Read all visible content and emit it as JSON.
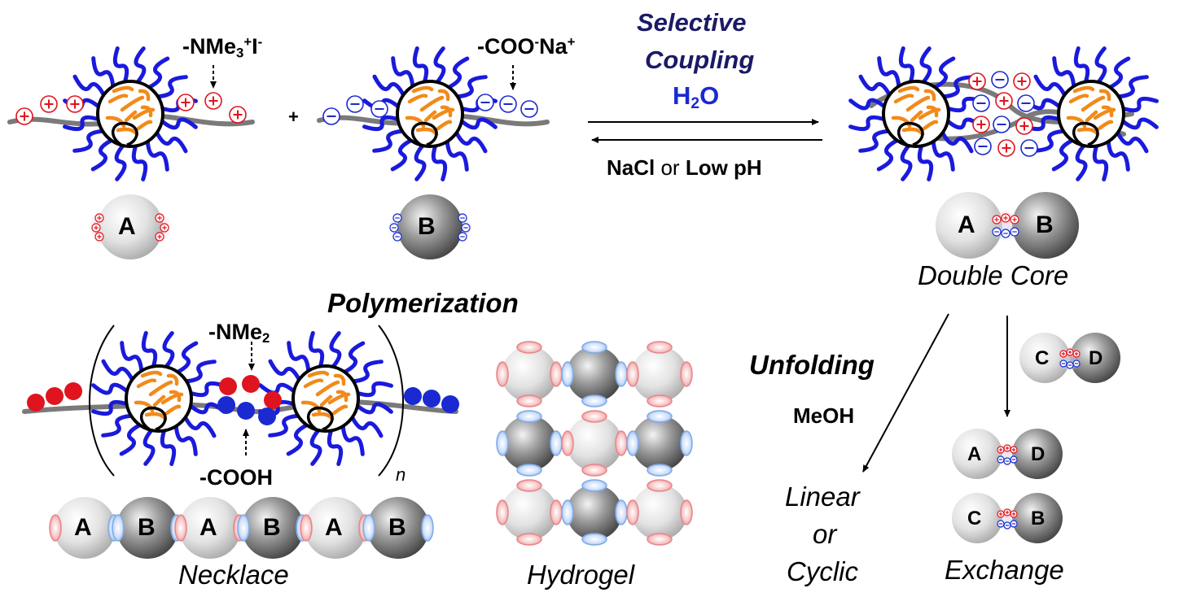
{
  "labels": {
    "amine_top_main": "-NMe",
    "amine_top_sub": "3",
    "amine_top_sup1": "+",
    "amine_top_anion": "I",
    "amine_top_sup2": "-",
    "plus_sign": "+",
    "carboxylate_main": "-COO",
    "carboxylate_sup1": "-",
    "carboxylate_cation": "Na",
    "carboxylate_sup2": "+",
    "selective_line1": "Selective",
    "selective_line2": "Coupling",
    "water_main": "H",
    "water_sub": "2",
    "water_tail": "O",
    "reverse_nacl": "NaCl",
    "reverse_or": " or ",
    "reverse_lowph": "Low pH",
    "double_core": "Double Core",
    "polymerization": "Polymerization",
    "amine_bottom_main": "-NMe",
    "amine_bottom_sub": "2",
    "cooh": "-COOH",
    "repeat_n": "n",
    "necklace": "Necklace",
    "hydrogel": "Hydrogel",
    "unfolding": "Unfolding",
    "meoh": "MeOH",
    "linear": "Linear",
    "or": "or",
    "cyclic": "Cyclic",
    "exchange": "Exchange"
  },
  "spheres": {
    "A": "A",
    "B": "B",
    "C": "C",
    "D": "D"
  },
  "colors": {
    "arm_blue": "#1a1adc",
    "core_orange": "#f28a1a",
    "chain_gray": "#7a7a7a",
    "positive_red": "#e0141e",
    "negative_blue": "#1a2ad0",
    "title_navy": "#1a1a66",
    "water_blue": "#1a2ad0"
  }
}
